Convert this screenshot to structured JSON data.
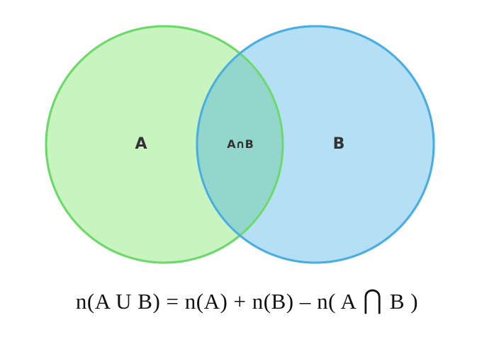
{
  "diagram": {
    "sets": [
      {
        "id": "A",
        "label": "A",
        "fill": "#c8f4c0",
        "stroke": "#6dd96a"
      },
      {
        "id": "B",
        "label": "B",
        "fill": "#b5dff5",
        "stroke": "#4aaee3"
      }
    ],
    "intersection": {
      "label": "A∩B",
      "fill": "#93d7cc"
    }
  },
  "formula": {
    "left": "n(A U B) = n(A) + n(B) – n( A ",
    "symbol": "⋂",
    "right": " B )"
  }
}
